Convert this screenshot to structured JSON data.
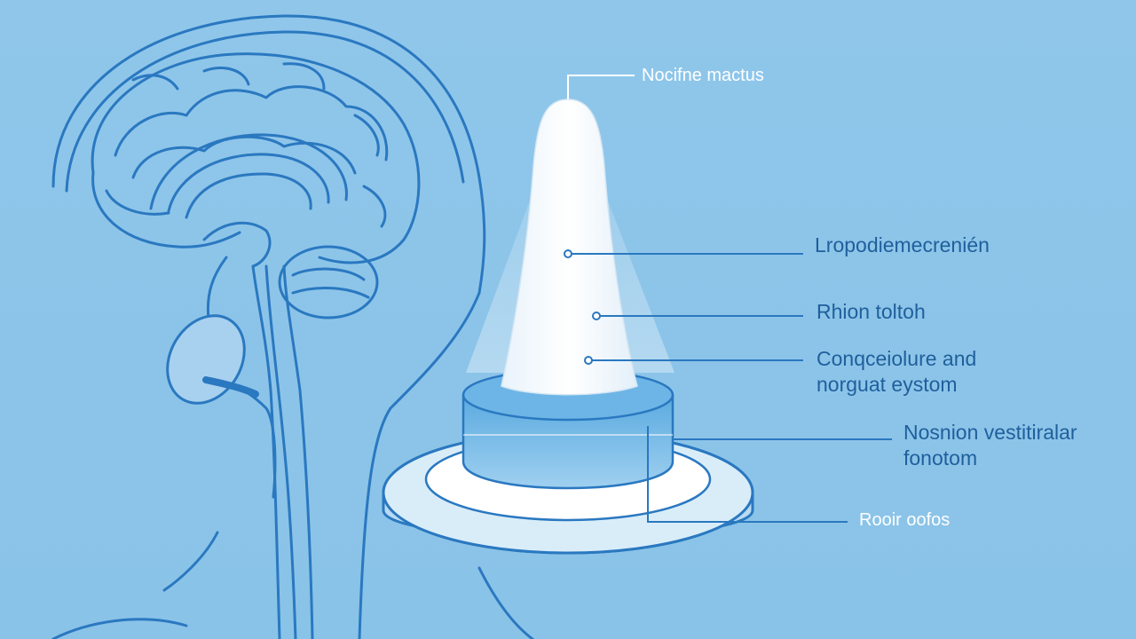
{
  "labels": {
    "top": "Nocifne mactus",
    "l1": "Lropodiemecrenién",
    "l2": "Rhion toltoh",
    "l3_line1": "Conqceiolure and",
    "l3_line2": "norguat eystom",
    "l4_line1": "Nosnion vestitiralar",
    "l4_line2": "fonotom",
    "bottom": "Rooir oofos"
  },
  "colors": {
    "background": "#8ac3e8",
    "outline": "#2a78c0",
    "label_text": "#1f5f9c",
    "cone": "#ffffff"
  }
}
